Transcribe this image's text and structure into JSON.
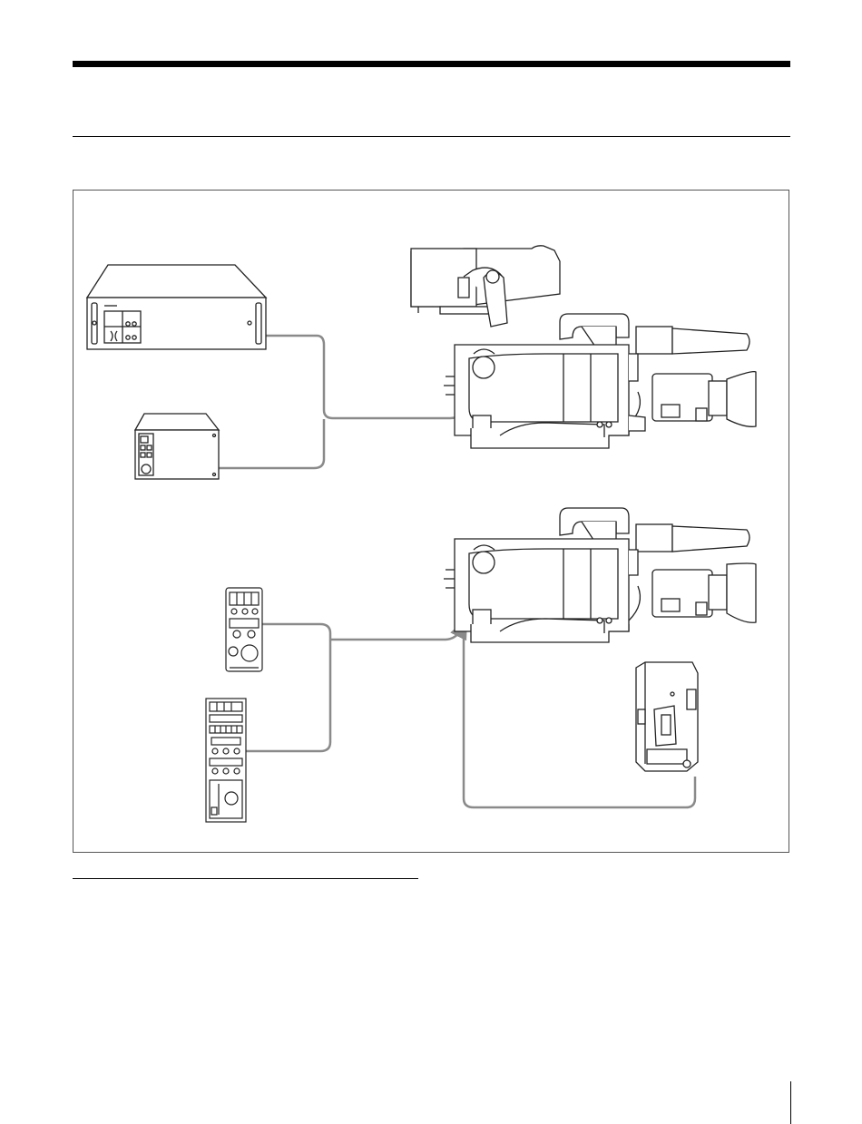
{
  "figure": {
    "devices": {
      "rack_unit": "rack-mount-control-unit",
      "camera_adaptor": "camera-control-box",
      "camera_upper": "camcorder-with-viewfinder",
      "camera_lower": "camcorder-without-viewfinder",
      "remote_small": "remote-control-panel",
      "remote_large": "master-setup-unit",
      "battery": "battery-adaptor"
    },
    "cable_color": "#8a8a8a",
    "line_color": "#222222"
  }
}
